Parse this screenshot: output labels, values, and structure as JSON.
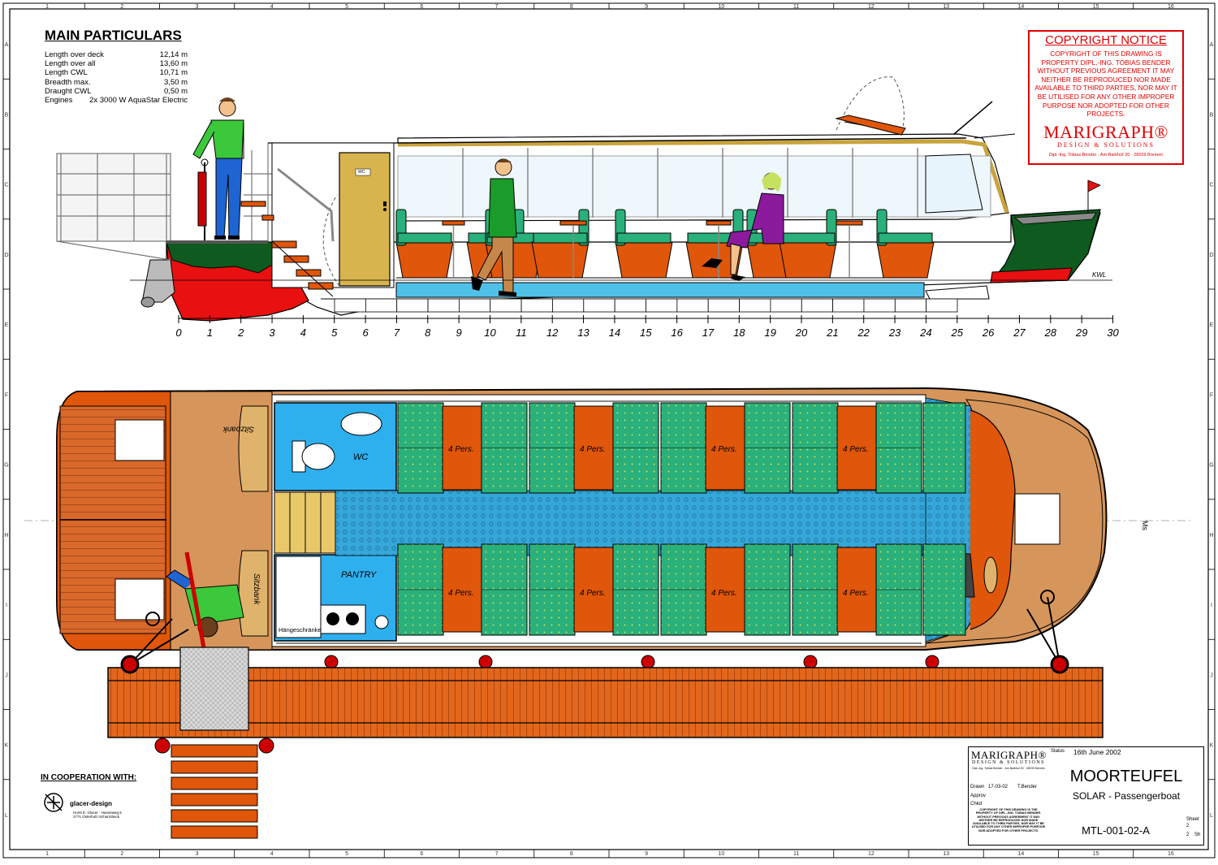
{
  "main_particulars": {
    "title": "MAIN PARTICULARS",
    "rows": [
      {
        "label": "Length over deck",
        "value": "12,14 m"
      },
      {
        "label": "Length over all",
        "value": "13,60 m"
      },
      {
        "label": "Length CWL",
        "value": "10,71 m"
      },
      {
        "label": "Breadth max.",
        "value": "3,50 m"
      },
      {
        "label": "Draught CWL",
        "value": "0,50 m"
      },
      {
        "label": "Engines",
        "value": "2x 3000 W AquaStar Electric"
      }
    ]
  },
  "copyright": {
    "title": "COPYRIGHT NOTICE",
    "body": "COPYRIGHT OF THIS DRAWING IS PROPERTY DIPL.-ING. TOBIAS BENDER WITHOUT PREVIOUS AGREEMENT IT MAY NEITHER BE REPRODUCED NOR MADE AVAILABLE TO THIRD PARTIES, NOR MAY IT BE UTILISED FOR ANY OTHER IMPROPER PURPOSE NOR ADOPTED FOR OTHER PROJECTS.",
    "logo": "MARIGRAPH®",
    "logo_sub": "DESIGN & SOLUTIONS",
    "address": "Dipl.-Ing. Tobias Bender · Am Barkhof 20 · 28209 Bremen"
  },
  "grid": {
    "columns": [
      "1",
      "2",
      "3",
      "4",
      "5",
      "6",
      "7",
      "8",
      "9",
      "10",
      "11",
      "12",
      "13",
      "14",
      "15",
      "16"
    ],
    "rows": [
      "A",
      "B",
      "C",
      "D",
      "E",
      "F",
      "G",
      "H",
      "I",
      "J",
      "K",
      "L"
    ]
  },
  "stations": [
    "0",
    "1",
    "2",
    "3",
    "4",
    "5",
    "6",
    "7",
    "8",
    "9",
    "10",
    "11",
    "12",
    "13",
    "14",
    "15",
    "16",
    "17",
    "18",
    "19",
    "20",
    "21",
    "22",
    "23",
    "24",
    "25",
    "26",
    "27",
    "28",
    "29",
    "30"
  ],
  "side_view": {
    "kwl_label": "KWL",
    "wc_door_label": "WC"
  },
  "plan_view": {
    "wc_label": "WC",
    "pantry_label": "PANTRY",
    "bench_label": "Sitzbank",
    "cabinets_label": "Hängeschränke",
    "table_label": "4 Pers.",
    "ms_label": "Ms"
  },
  "cooperation": {
    "label": "IN COOPERATION WITH:",
    "company": "glacer-design",
    "address_lines": [
      "Horst E. Glacer · Hanseweg 6",
      "2771 Osterholz-Scharmbeck"
    ]
  },
  "title_block": {
    "logo": "MARIGRAPH®",
    "logo_sub": "DESIGN & SOLUTIONS",
    "logo_addr": "Dipl.-Ing. Tobias Bender · Am Barkhof 20 · 28209 Bremen",
    "status_label": "Status",
    "status_value": "16th June 2002",
    "drawn_label": "Drawn",
    "drawn_date": "17-03-02",
    "drawn_by": "T.Bender",
    "approv_label": "Approv",
    "chkd_label": "Chkd",
    "copyright_small": "COPYRIGHT OF THIS DRAWING IS THE PROPERTY OF DIPL.-ING. TOBIAS BENDER. WITHOUT PREVIOUS AGREEMENT IT MAY NEITHER BE REPRODUCED NOR MADE AVAILABLE TO THIRD PARTIES, NOR MAY IT BE UTILISED FOR ANY OTHER IMPROPER PURPOSE NOR ADOPTED FOR OTHER PROJECTS.",
    "name": "MOORTEUFEL",
    "subtitle": "SOLAR - Passengerboat",
    "number": "MTL-001-02-A",
    "sheet_label": "Sheet",
    "sheet_no": "2",
    "sheets_total": "2",
    "sheets_label": "Sh"
  },
  "colors": {
    "hull_red": "#e81010",
    "hull_green": "#0f5a1e",
    "seat_orange": "#e0560a",
    "seat_green": "#2ab07a",
    "deck_tan": "#d6955a",
    "floor_blue": "#4fc0e8",
    "carpet": "#35a6d8",
    "door_yellow": "#d7b44e",
    "man_shirt": "#3bc83b",
    "woman_purple": "#8b1b9c",
    "copyright_red": "#e10000"
  }
}
